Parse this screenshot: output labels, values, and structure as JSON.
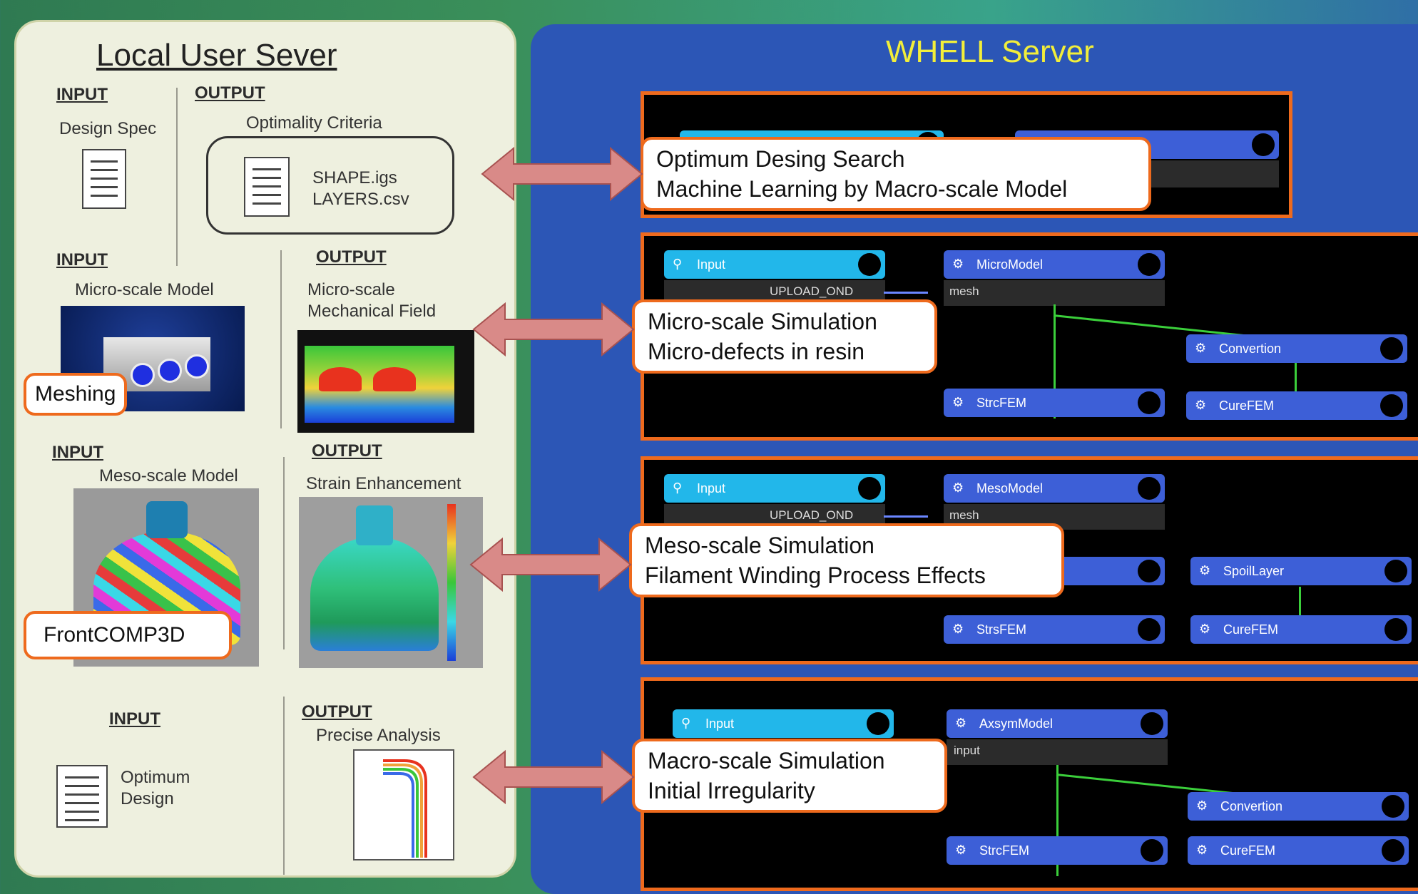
{
  "local": {
    "title": "Local User Sever",
    "row1": {
      "input_label": "INPUT",
      "input_item": "Design Spec",
      "output_label": "OUTPUT",
      "output_item": "Optimality Criteria",
      "files": [
        "SHAPE.igs",
        "LAYERS.csv"
      ]
    },
    "row2": {
      "input_label": "INPUT",
      "input_item": "Micro-scale Model",
      "output_label": "OUTPUT",
      "output_item_line1": "Micro-scale",
      "output_item_line2": "Mechanical Field",
      "tag": "Meshing"
    },
    "row3": {
      "input_label": "INPUT",
      "input_item": "Meso-scale Model",
      "output_label": "OUTPUT",
      "output_item": "Strain Enhancement",
      "tag": "FrontCOMP3D"
    },
    "row4": {
      "input_label": "INPUT",
      "output_label": "OUTPUT",
      "output_item": "Precise Analysis",
      "doc_line1": "Optimum",
      "doc_line2": "Design"
    }
  },
  "whell": {
    "title": "WHELL Server",
    "callouts": [
      {
        "line1": "Optimum Desing Search",
        "line2": "Machine Learning by Macro-scale Model"
      },
      {
        "line1": "Micro-scale Simulation",
        "line2": "Micro-defects in resin"
      },
      {
        "line1": "Meso-scale Simulation",
        "line2": "Filament Winding Process Effects"
      },
      {
        "line1": "Macro-scale Simulation",
        "line2": "Initial Irregularity"
      }
    ],
    "workflow_micro": {
      "input": "Input",
      "port_out": "UPLOAD_OND",
      "model": "MicroModel",
      "port_in": "mesh",
      "nodes": [
        "Convertion",
        "StrcFEM",
        "CureFEM"
      ]
    },
    "workflow_meso": {
      "input": "Input",
      "port_out": "UPLOAD_OND",
      "model": "MesoModel",
      "port_in": "mesh",
      "nodes": [
        "SpoilLayer",
        "StrsFEM",
        "CureFEM"
      ]
    },
    "workflow_macro": {
      "input": "Input",
      "model": "AxsymModel",
      "port_in": "input",
      "nodes": [
        "Convertion",
        "StrcFEM",
        "CureFEM"
      ]
    }
  },
  "colors": {
    "accent_orange": "#ee6a1d",
    "whell_title": "#f2ee3a",
    "arrow_fill": "#d98a88",
    "node_blue": "#3d5fd7",
    "input_cyan": "#22b7ea"
  }
}
